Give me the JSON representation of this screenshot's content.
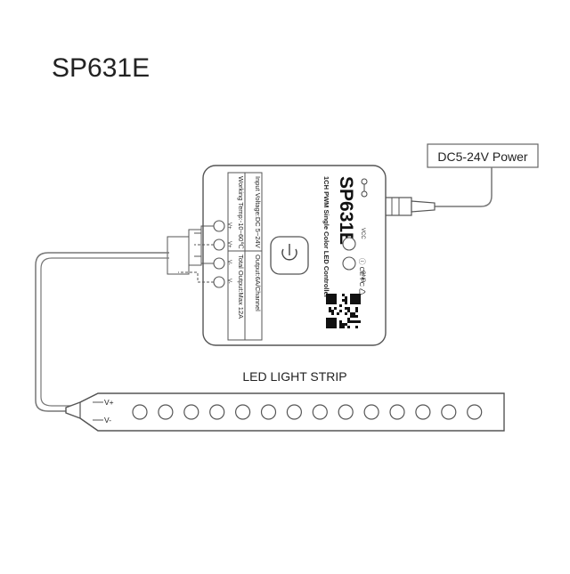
{
  "title": "SP631E",
  "power_label": "DC5-24V Power",
  "controller": {
    "model": "SP631E",
    "description": "1CH PWM Single Color LED Controller",
    "spec_line_1": "Input Voltage:DC 5~24V",
    "spec_line_2": "Working Temp:-10~60℃",
    "spec_line_3": "Output:6A/Channel",
    "spec_line_4": "Total Output:Max 12A",
    "terminals_left": [
      "V+",
      "V+",
      "V-",
      "V-"
    ],
    "terminals_right": [
      "VCC",
      "GND"
    ],
    "cert_marks": "ⓘ CE FC ♺"
  },
  "strip": {
    "label": "LED LIGHT STRIP",
    "pad_pos": "V+",
    "pad_neg": "V-",
    "led_count": 14
  },
  "colors": {
    "line": "#555555",
    "text": "#222222",
    "wire": "#777777"
  }
}
